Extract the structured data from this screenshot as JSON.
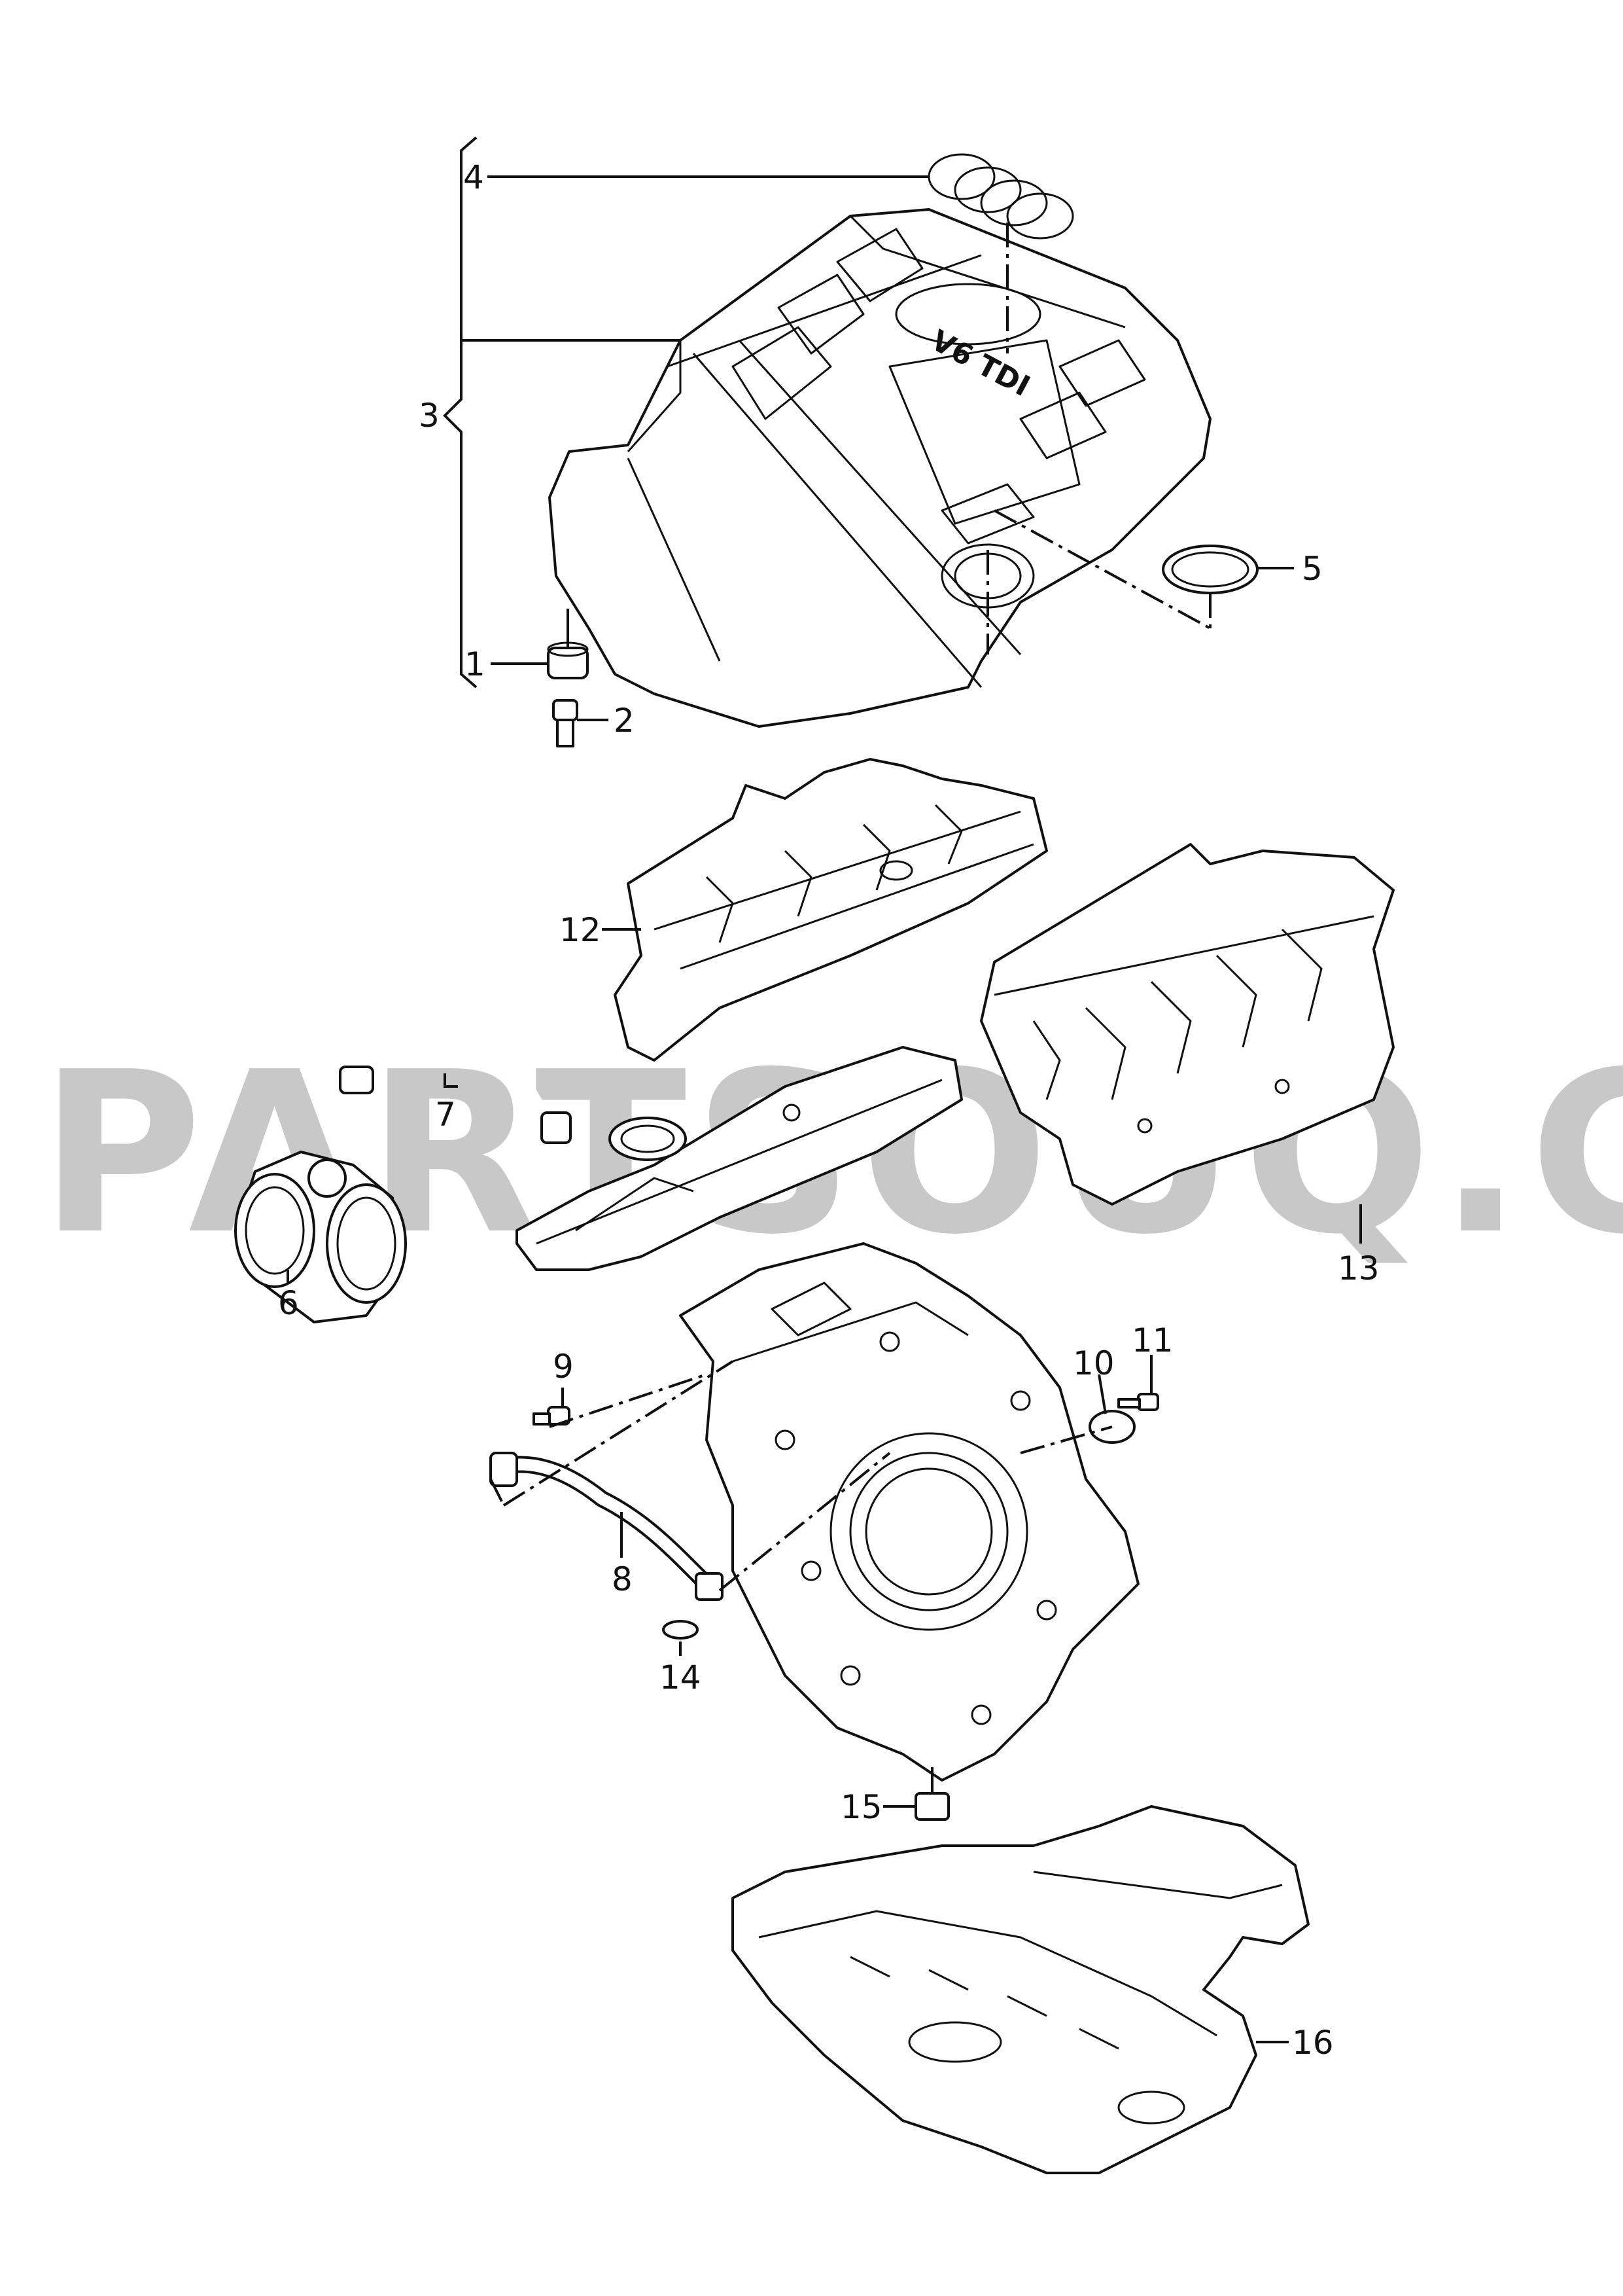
{
  "watermark": "PARTSOUQ.COM",
  "cover_emblem_text": "V6 TDI",
  "callouts": [
    {
      "id": "1",
      "label": "1"
    },
    {
      "id": "2",
      "label": "2"
    },
    {
      "id": "3",
      "label": "3"
    },
    {
      "id": "4",
      "label": "4"
    },
    {
      "id": "5",
      "label": "5"
    },
    {
      "id": "6",
      "label": "6"
    },
    {
      "id": "7",
      "label": "7"
    },
    {
      "id": "8",
      "label": "8"
    },
    {
      "id": "9",
      "label": "9"
    },
    {
      "id": "10",
      "label": "10"
    },
    {
      "id": "11",
      "label": "11"
    },
    {
      "id": "12",
      "label": "12"
    },
    {
      "id": "13",
      "label": "13"
    },
    {
      "id": "14",
      "label": "14"
    },
    {
      "id": "15",
      "label": "15"
    },
    {
      "id": "16",
      "label": "16"
    }
  ]
}
